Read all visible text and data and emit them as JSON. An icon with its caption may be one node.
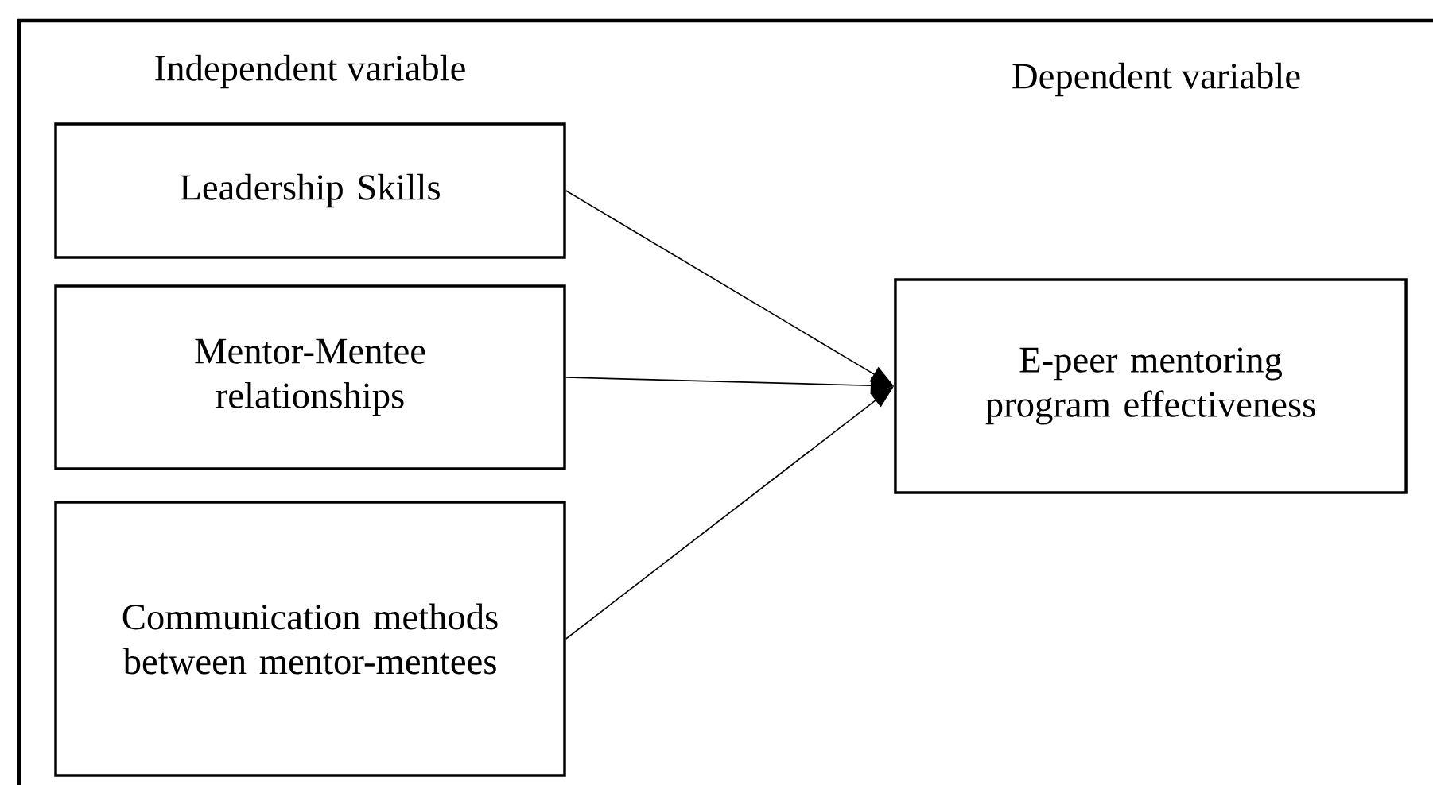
{
  "diagram": {
    "nodes": [
      {
        "text": [
          "Leadership Skills"
        ]
      },
      {
        "text": [
          "Mentor-Mentee relationships"
        ]
      },
      {
        "text": [
          "Communication methods between mentor-mentees"
        ]
      },
      {
        "text": [
          "E-peer mentoring program effectiveness"
        ]
      }
    ],
    "edges": [
      {
        "from": 0,
        "to": 3,
        "arrow": "to"
      },
      {
        "from": 1,
        "to": 3,
        "arrow": "to"
      },
      {
        "from": 2,
        "to": 3,
        "arrow": "to"
      }
    ],
    "labels": [
      "Independent variable",
      "Dependent variable"
    ]
  }
}
